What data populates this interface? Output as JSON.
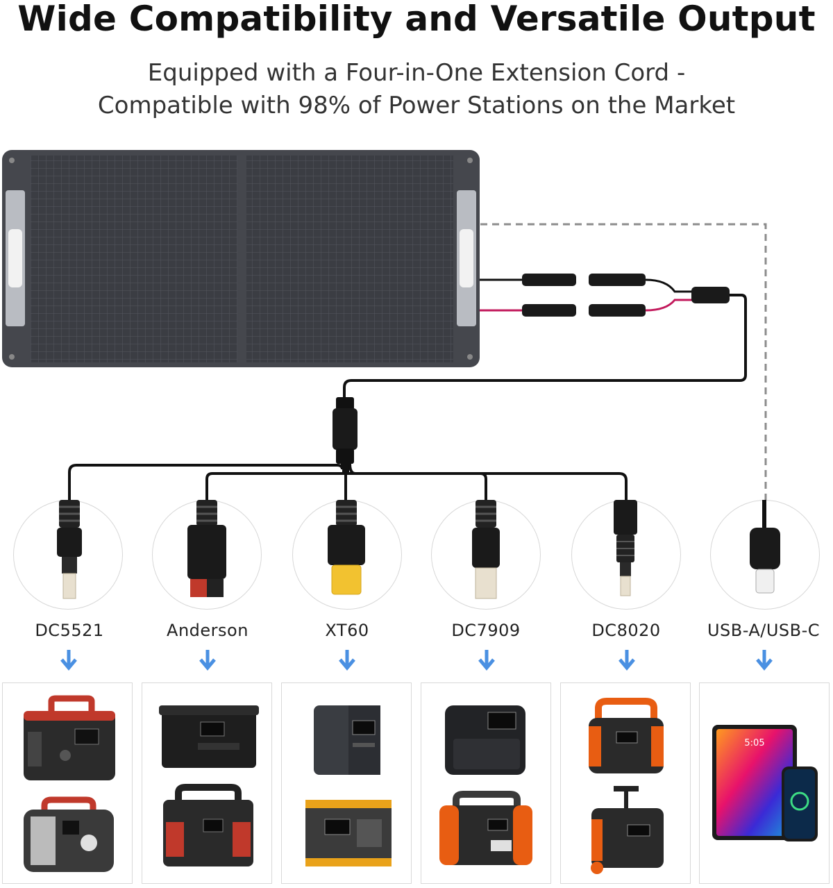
{
  "header": {
    "title": "Wide Compatibility and Versatile Output",
    "subtitle_line1": "Equipped with a Four-in-One Extension Cord -",
    "subtitle_line2": "Compatible with 98% of Power Stations on the Market"
  },
  "connectors": [
    {
      "label": "DC5521"
    },
    {
      "label": "Anderson"
    },
    {
      "label": "XT60"
    },
    {
      "label": "DC7909"
    },
    {
      "label": "DC8020"
    },
    {
      "label": "USB-A/USB-C"
    }
  ],
  "colors": {
    "arrow": "#4a90e2",
    "panel": "#3d3f45",
    "cable_red": "#c2185b",
    "cable_black": "#111111",
    "xt60_yellow": "#f2c230",
    "anderson_red": "#c0392b"
  },
  "tablet_time": "5:05"
}
